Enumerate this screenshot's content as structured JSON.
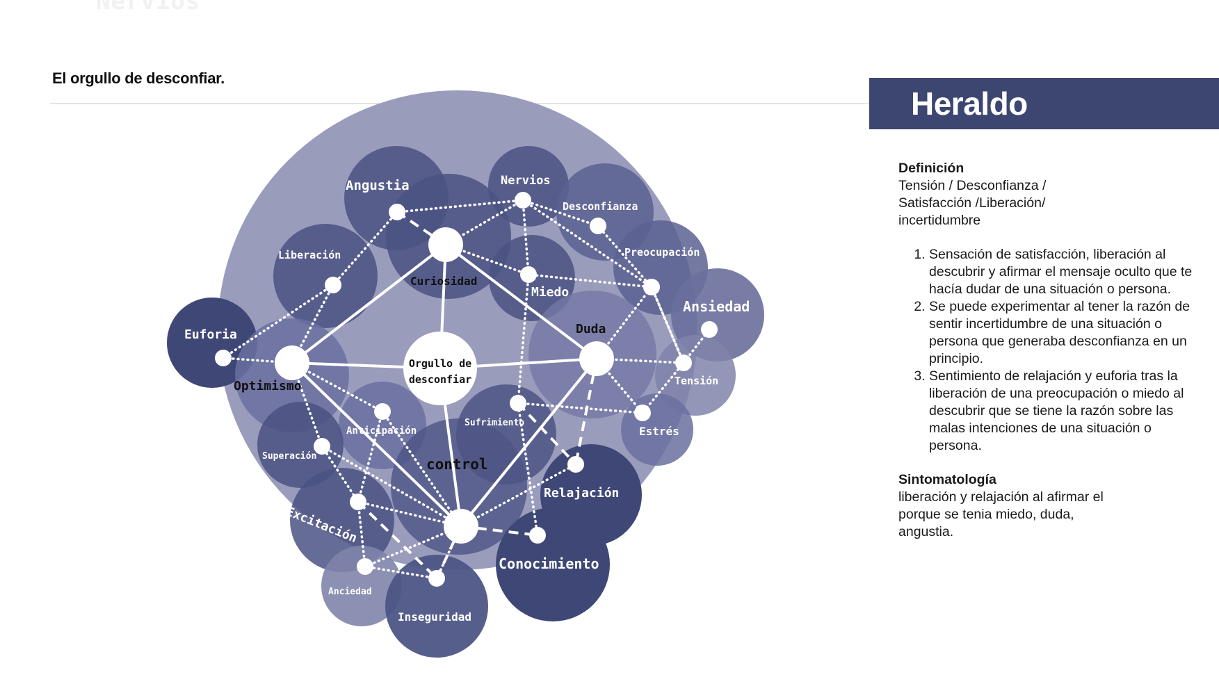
{
  "page": {
    "ghost_heading": "Nervios",
    "title": "El orgullo de desconfiar."
  },
  "panel": {
    "banner": "Heraldo",
    "definition_heading": "Definición",
    "definition_text": "Tensión  / Desconfianza / Satisfacción /Liberación/ incertidumbre",
    "steps": [
      "Sensación de satisfacción, liberación al descubrir y afirmar el mensaje oculto que te hacía dudar de una situación o persona.",
      "Se puede experimentar al tener la razón de sentir incertidumbre de una situación o persona que generaba desconfianza en un principio.",
      "Sentimiento de relajación y euforia tras la liberación de una preocupación o miedo al descubrir que se tiene la razón sobre las malas intenciones de una situación o persona."
    ],
    "symptoms_heading": "Sintomatología",
    "symptoms_text": "liberación y relajación al afirmar el porque se tenia miedo, duda, angustia."
  },
  "diagram": {
    "center_label_line1": "Orgullo de",
    "center_label_line2": "desconfiar",
    "labels": {
      "angustia": "Angustia",
      "nervios": "Nervios",
      "desconfianza": "Desconfianza",
      "liberacion": "Liberación",
      "preocupacion": "Preocupación",
      "curiosidad": "Curiosidad",
      "miedo": "Miedo",
      "ansiedad": "Ansiedad",
      "euforia": "Euforia",
      "duda": "Duda",
      "optimismo": "Optimismo",
      "tension": "Tensión",
      "anticipacion": "Anticipación",
      "sufrimiento": "Sufrimiento",
      "estres": "Estrés",
      "superacion": "Superación",
      "control": "control",
      "relajacion": "Relajación",
      "excitacion": "Excitación",
      "conocimiento": "Conocimiento",
      "anciedad": "Anciedad",
      "inseguridad": "Inseguridad"
    },
    "colors": {
      "big_circle": "#9a9cbc",
      "blob_dark": "#3f4776",
      "blob_mid": "#4d5585",
      "blob_light": "#8084aa",
      "node": "#ffffff",
      "link": "#ffffff"
    }
  }
}
